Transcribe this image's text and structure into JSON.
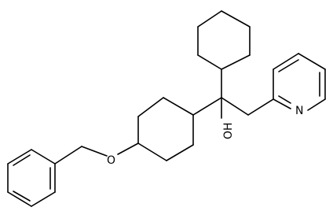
{
  "atoms": {
    "oxygen_ether": "O",
    "hydroxyl": "OH",
    "pyridine_nitrogen": "N"
  },
  "colors": {
    "background": "#ffffff",
    "ink": "#000000"
  }
}
